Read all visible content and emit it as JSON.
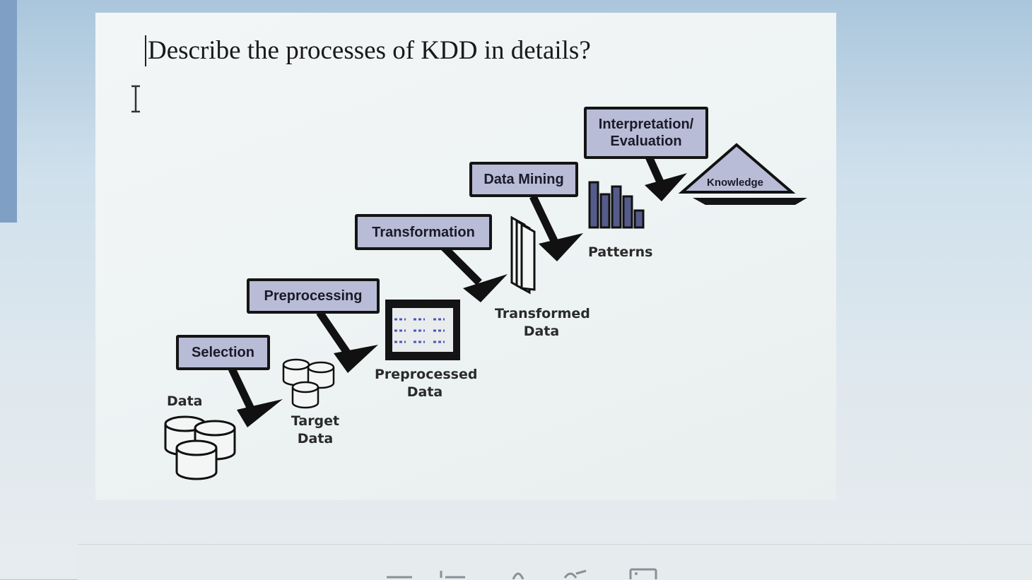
{
  "question": "Describe the processes of KDD in details?",
  "stages": {
    "selection": "Selection",
    "preprocessing": "Preprocessing",
    "transformation": "Transformation",
    "data_mining": "Data Mining",
    "interpretation_line1": "Interpretation/",
    "interpretation_line2": "Evaluation"
  },
  "artifacts": {
    "data": "Data",
    "target_line1": "Target",
    "target_line2": "Data",
    "preprocessed_line1": "Preprocessed",
    "preprocessed_line2": "Data",
    "transformed_line1": "Transformed",
    "transformed_line2": "Data",
    "patterns": "Patterns",
    "knowledge": "Knowledge"
  },
  "colors": {
    "stage_fill": "#b9bcd6",
    "outline": "#141414",
    "page": "#eef3f4"
  },
  "icons": [
    "text-cursor-icon",
    "database-icon",
    "spreadsheet-icon",
    "stacked-pages-icon",
    "bar-chart-icon",
    "pyramid-icon",
    "arrow-icon"
  ]
}
